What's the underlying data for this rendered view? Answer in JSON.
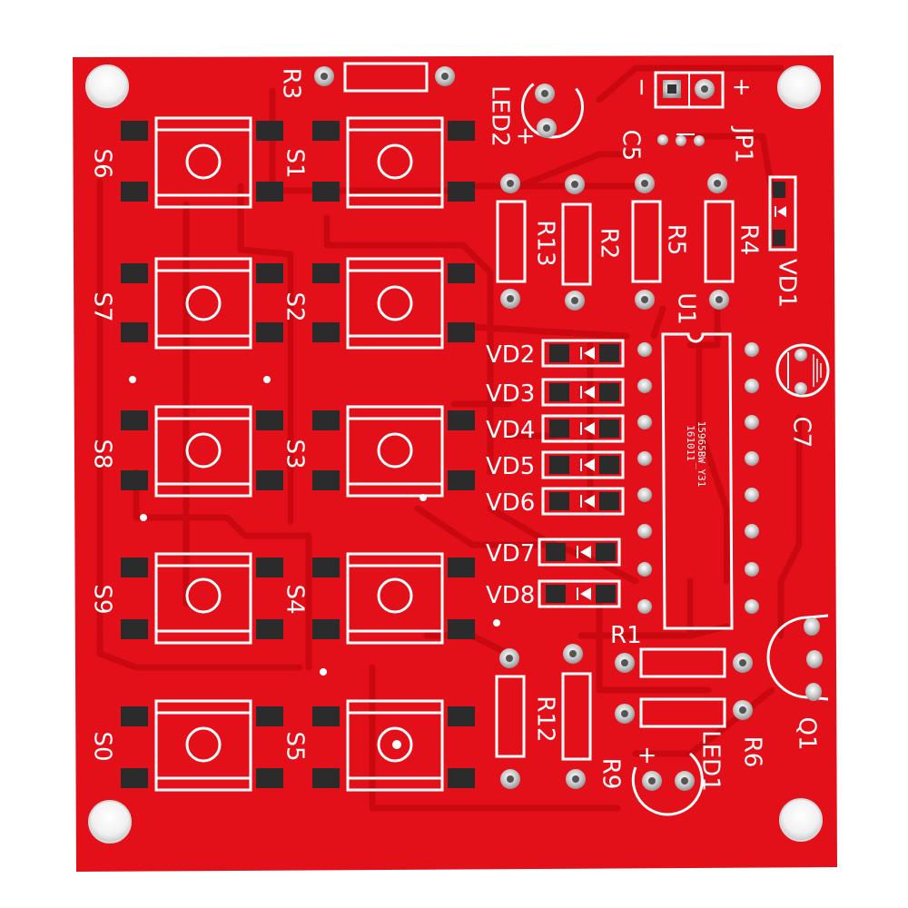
{
  "board": {
    "mask_color": "#e3101a",
    "trace_color": "#c9080f",
    "silk_color": "#ffffff",
    "copper_color": "#d2d2d2",
    "pad_dark_color": "#2b2b2b"
  },
  "labels": {
    "s0": "S0",
    "s1": "S1",
    "s2": "S2",
    "s3": "S3",
    "s4": "S4",
    "s5": "S5",
    "s6": "S6",
    "s7": "S7",
    "s8": "S8",
    "s9": "S9",
    "r1": "R1",
    "r2": "R2",
    "r3": "R3",
    "r4": "R4",
    "r5": "R5",
    "r6": "R6",
    "r9": "R9",
    "r12": "R12",
    "r13": "R13",
    "vd1": "VD1",
    "vd2": "VD2",
    "vd3": "VD3",
    "vd4": "VD4",
    "vd5": "VD5",
    "vd6": "VD6",
    "vd7": "VD7",
    "vd8": "VD8",
    "led1": "LED1",
    "led2": "LED2",
    "c5": "C5",
    "c7": "C7",
    "jp1": "JP1",
    "u1": "U1",
    "q1": "Q1",
    "minus": "−",
    "plus": "+",
    "led1_plus": "+",
    "led2_plus": "+"
  },
  "chip_text": {
    "line1": "15965BW_Y31",
    "line2": "161011"
  }
}
